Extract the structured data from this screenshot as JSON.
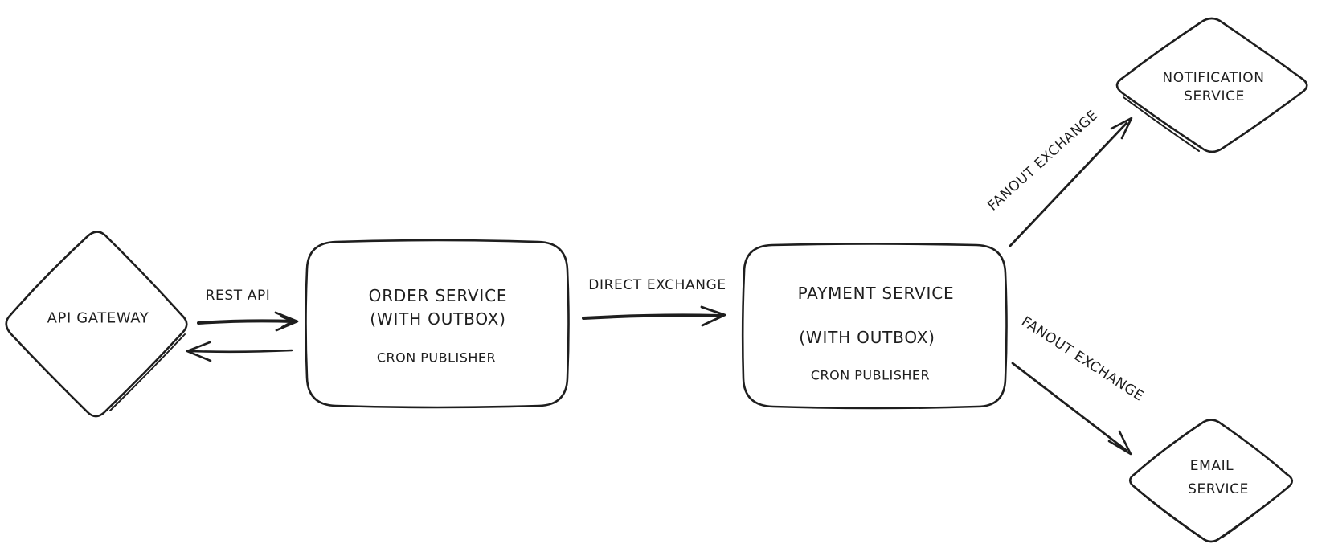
{
  "diagram": {
    "background_color": "#ffffff",
    "stroke_color": "#1e1e1e",
    "style": "hand-drawn whiteboard sketch",
    "nodes": {
      "api_gateway": {
        "shape": "diamond",
        "label": "API GATEWAY"
      },
      "order_service": {
        "shape": "rounded-rectangle",
        "title": "ORDER SERVICE",
        "subtitle": "(WITH OUTBOX)",
        "note": "CRON PUBLISHER"
      },
      "payment_service": {
        "shape": "rounded-rectangle",
        "title": "PAYMENT SERVICE",
        "subtitle": "(WITH OUTBOX)",
        "note": "CRON PUBLISHER"
      },
      "notification_service": {
        "shape": "diamond",
        "label_line1": "NOTIFICATION",
        "label_line2": "SERVICE"
      },
      "email_service": {
        "shape": "diamond",
        "label_line1": "EMAIL",
        "label_line2": "SERVICE"
      }
    },
    "edges": {
      "rest_api": {
        "label": "REST API",
        "from": "api_gateway",
        "to": "order_service",
        "style": "two-arrows-bidirectional"
      },
      "direct_exchange": {
        "label": "DIRECT EXCHANGE",
        "from": "order_service",
        "to": "payment_service",
        "style": "arrow"
      },
      "fanout_to_notification": {
        "label": "FANOUT EXCHANGE",
        "from": "payment_service",
        "to": "notification_service",
        "style": "arrow-diagonal-up"
      },
      "fanout_to_email": {
        "label": "FANOUT EXCHANGE",
        "from": "payment_service",
        "to": "email_service",
        "style": "arrow-diagonal-down"
      }
    }
  }
}
